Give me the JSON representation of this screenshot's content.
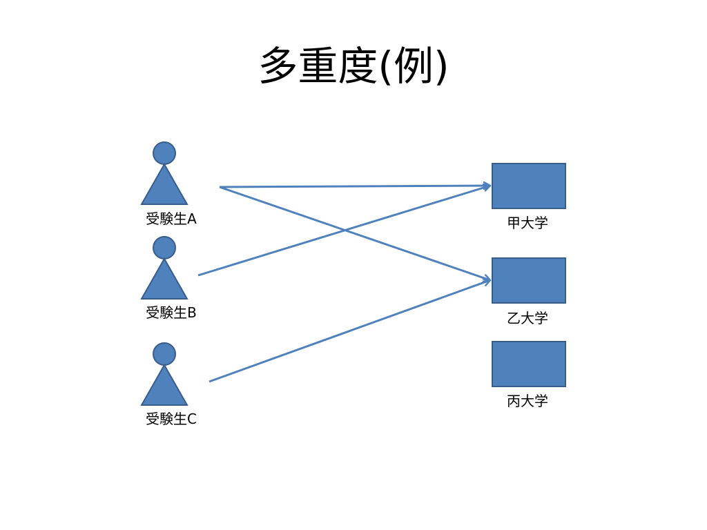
{
  "title": "多重度(例)",
  "colors": {
    "shape_fill": "#4F81BD",
    "shape_stroke": "#385D8A",
    "arrow": "#4F81BD"
  },
  "students": [
    {
      "label": "受験生A"
    },
    {
      "label": "受験生B"
    },
    {
      "label": "受験生C"
    }
  ],
  "universities": [
    {
      "label": "甲大学"
    },
    {
      "label": "乙大学"
    },
    {
      "label": "丙大学"
    }
  ],
  "links": [
    {
      "from": "受験生A",
      "to": "甲大学"
    },
    {
      "from": "受験生A",
      "to": "乙大学"
    },
    {
      "from": "受験生B",
      "to": "甲大学"
    },
    {
      "from": "受験生C",
      "to": "乙大学"
    }
  ]
}
